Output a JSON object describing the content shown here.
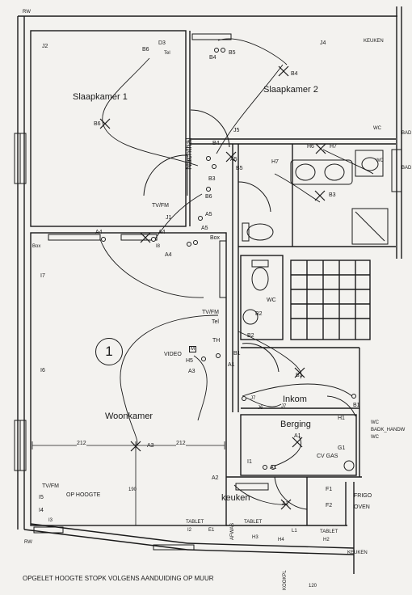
{
  "rooms": {
    "slaapkamer1": "Slaapkamer 1",
    "slaapkamer2": "Slaapkamer 2",
    "nachthal": "Nachthal",
    "wc": "WC",
    "woonkamer": "Woonkamer",
    "inkom": "Inkom",
    "berging": "Berging",
    "keuken_room": "keuken",
    "keuken_top": "KEUKEN",
    "keuken_bottom": "KEUKEN",
    "room_number": "1"
  },
  "labels": {
    "rw_top": "RW",
    "rw_bottom": "RW",
    "j2": "J2",
    "j4": "J4",
    "b6_top": "B6",
    "d3": "D3",
    "tel_top": "Tel",
    "b4_a": "B4",
    "b5_a": "B5",
    "b4_b": "B4",
    "b6_center": "B6",
    "j5": "J5",
    "b4_c": "B4",
    "b3_a": "B3",
    "a5_a": "A5",
    "b5_b": "B5",
    "b6_b": "B6",
    "tvfm_top": "TV/FM",
    "j1": "J1",
    "a5_b": "A5",
    "a5_c": "A5",
    "box_mid": "Box",
    "h6": "H6",
    "h7_a": "H7",
    "h7_b": "H7",
    "b3_b": "B3",
    "wc_side_a": "WC",
    "wc_side_b": "WC",
    "bad_a": "BAD",
    "bad_b": "BAD",
    "box_left": "Box",
    "a4_a": "A4",
    "a4_b": "A4",
    "i8": "I8",
    "a4_c": "A4",
    "i7": "I7",
    "i6": "I6",
    "i5": "I5",
    "i3": "I3",
    "tvfm_mid": "TV/FM",
    "tel_mid": "Tel",
    "th": "TH",
    "b2_a": "B2",
    "b2_b": "B2",
    "video": "VIDEO",
    "m_box": "M",
    "h5": "H5",
    "a3_a": "A3",
    "a1_a": "A1",
    "b1_a": "B1",
    "b1_b": "B1",
    "b1_c": "B1",
    "j7_a": "J7",
    "j6": "J6",
    "j7_b": "J7",
    "h1": "H1",
    "a1_b": "A1",
    "i1": "I1",
    "a1_c": "A1",
    "g1": "G1",
    "cv_gas": "CV GAS",
    "wc_small_a": "WC",
    "badk_handw": "BADK_HANDW",
    "wc_small_b": "WC",
    "dim_212_a": "212",
    "dim_212_b": "212",
    "a3_b": "A3",
    "dim_190": "190",
    "tvfm_low": "TV/FM",
    "op_hoogte": "OP HOOGTE",
    "i5_low": "I5",
    "i4": "I4",
    "a2_a": "A2",
    "a2_b": "A2",
    "f1": "F1",
    "f2": "F2",
    "frigo": "FRIGO",
    "oven": "OVEN",
    "tablet_a": "TABLET",
    "i2": "I2",
    "afwas": "AFWAS",
    "e1": "E1",
    "tablet_b": "TABLET",
    "h3": "H3",
    "h4": "H4",
    "l1": "L1",
    "tablet_c": "TABLET",
    "h2": "H2",
    "dim_120": "120",
    "kookpl": "KOOKPL",
    "footer_note": "OPGELET HOOGTE STOPK VOLGENS AANDUIDING OP MUUR"
  },
  "colors": {
    "ink": "#1a1a1a",
    "paper": "#f3f2ef",
    "faint": "#b8b8b4"
  }
}
